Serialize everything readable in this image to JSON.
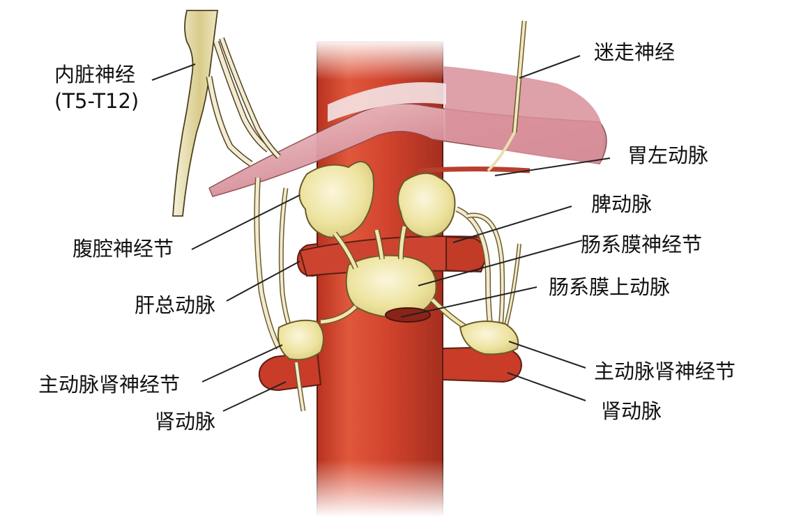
{
  "diagram": {
    "type": "anatomical-illustration",
    "subject": "abdominal autonomic plexus around aorta",
    "colors": {
      "background": "#ffffff",
      "aorta": "#d2442e",
      "aorta_shadow": "#a8301f",
      "ganglion": "#efe6a8",
      "ganglion_outline": "#6a5a2a",
      "nerve": "#f1ead0",
      "diaphragm": "#c98a92",
      "stomach": "#dfa3ad",
      "leader_line": "#222222",
      "text": "#111111"
    },
    "labels": {
      "splanchnic": "内脏神经\n(T5-T12)",
      "vagus": "迷走神经",
      "left_gastric_artery": "胃左动脉",
      "splenic_artery": "脾动脉",
      "mesenteric_ganglion": "肠系膜神经节",
      "superior_mesenteric_artery": "肠系膜上动脉",
      "celiac_ganglion": "腹腔神经节",
      "common_hepatic_artery": "肝总动脉",
      "aorticorenal_ganglion_left": "主动脉肾神经节",
      "renal_artery_left": "肾动脉",
      "aorticorenal_ganglion_right": "主动脉肾神经节",
      "renal_artery_right": "肾动脉"
    }
  }
}
